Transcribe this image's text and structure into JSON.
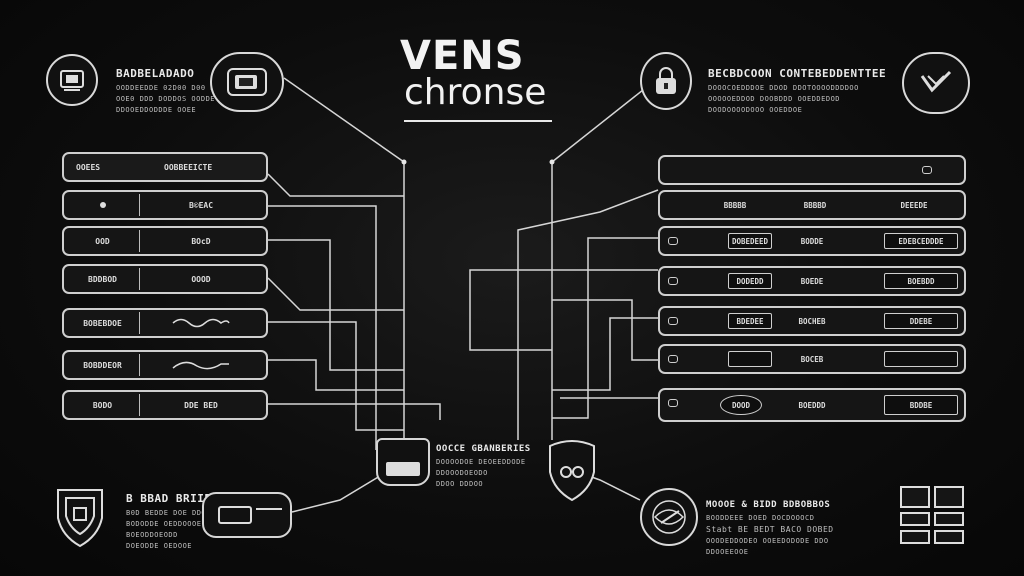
{
  "title": {
    "line1": "VENS",
    "line2": "chronse"
  },
  "top_left": {
    "heading": "BADBELADADO",
    "lines": [
      "OODDEEDDE 02D00 D00 DOO DD",
      "OOE0 DDD DODDOS OODDE",
      "DDOOEDDODDDE OOEE"
    ]
  },
  "top_right": {
    "heading": "BECBDCOON CONTEBEDDENTTEE",
    "lines": [
      "DOOOCOEDDDOE DDOD DDOTOOOODDDDOO",
      "OOOOOEDDOD DOOBDDD OOEDDEDOD",
      "DOODOOOODOOO OOEDDOE"
    ]
  },
  "bottom_left": {
    "heading": "B BBAD BRIIES",
    "lines": [
      "B0D BEDDE DOE DDOOTE",
      "BODODDE OEDDOOOE",
      "BOEODDOEODD",
      "DOEODDE OEDOOE"
    ]
  },
  "bottom_center": {
    "heading": "OOCCE GBANBERIES",
    "lines": [
      "DOOOODOE DEOEEDDODE",
      "DDOOODOEODO",
      "DDOO DDDOO"
    ]
  },
  "bottom_right": {
    "heading": "MOOOE & BIDD BDBOBBOS",
    "lines": [
      "BOODDEEE DOED DOCDOOOCD",
      "Stabt BE BEDT BACO DOBED",
      "OOODEDDODEO OOEEDODODE DDO",
      "DDOOEEOOE"
    ]
  },
  "left_stack": {
    "header": {
      "left": "OOEES",
      "right": "OOBBEEICTE"
    },
    "rows": [
      {
        "left": "",
        "right": "B©EAC"
      },
      {
        "left": "OOD",
        "right": "BOcD"
      },
      {
        "left": "BDDBOD",
        "right": "OOOD"
      },
      {
        "left": "BOBEBDOE",
        "right": ""
      },
      {
        "left": "BOBDDEOR",
        "right": ""
      },
      {
        "left": "BODO",
        "right": "DDE BED"
      }
    ]
  },
  "right_stack": {
    "header": {
      "c1": "BBBBB",
      "c2": "BBBBD",
      "c3": "DEEEDE"
    },
    "rows": [
      {
        "c1": "DOBEDEED",
        "c2": "BODDE",
        "c3": "EDEBCEDDDE"
      },
      {
        "c1": "DODEDD",
        "c2": "BOEDE",
        "c3": "BOEBDD"
      },
      {
        "c1": "BDEDEE",
        "c2": "BOCHEB",
        "c3": "DDEBE"
      },
      {
        "c1": "",
        "c2": "BOCEB",
        "c3": ""
      },
      {
        "c1": "DOOD",
        "c2": "BOEDDD",
        "c3": "BDDBE"
      }
    ]
  }
}
